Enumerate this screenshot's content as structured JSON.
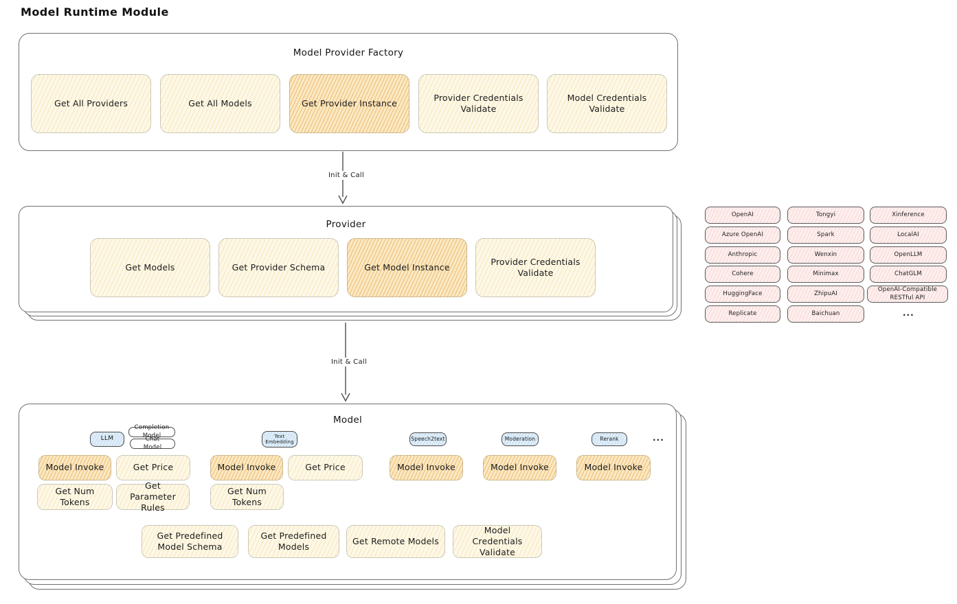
{
  "title": "Model Runtime Module",
  "factory": {
    "title": "Model Provider Factory",
    "items": [
      {
        "label": "Get All Providers",
        "variant": "cream"
      },
      {
        "label": "Get All Models",
        "variant": "cream"
      },
      {
        "label": "Get Provider Instance",
        "variant": "orange"
      },
      {
        "label": "Provider Credentials Validate",
        "variant": "cream"
      },
      {
        "label": "Model Credentials Validate",
        "variant": "cream"
      }
    ]
  },
  "arrow1": {
    "label": "Init & Call"
  },
  "arrow2": {
    "label": "Init & Call"
  },
  "provider": {
    "title": "Provider",
    "items": [
      {
        "label": "Get Models",
        "variant": "cream"
      },
      {
        "label": "Get Provider Schema",
        "variant": "cream"
      },
      {
        "label": "Get Model Instance",
        "variant": "orange"
      },
      {
        "label": "Provider Credentials Validate",
        "variant": "cream"
      }
    ]
  },
  "providers_list": {
    "col1": [
      "OpenAI",
      "Azure OpenAI",
      "Anthropic",
      "Cohere",
      "HuggingFace",
      "Replicate"
    ],
    "col2": [
      "Tongyi",
      "Spark",
      "Wenxin",
      "Minimax",
      "ZhipuAI",
      "Baichuan"
    ],
    "col3": [
      "Xinference",
      "LocalAI",
      "OpenLLM",
      "ChatGLM",
      "OpenAI-Compatible RESTful API"
    ],
    "more": "..."
  },
  "model": {
    "title": "Model",
    "tabs": {
      "llm": "LLM",
      "completion_model": "Completion Model",
      "chat_model": "Chat Model",
      "text_embedding": "Text Embedding",
      "speech2text": "Speech2text",
      "moderation": "Moderation",
      "rerank": "Rerank",
      "more": "..."
    },
    "llm_ops": {
      "invoke": "Model Invoke",
      "get_price": "Get Price",
      "get_num_tokens": "Get Num Tokens",
      "get_parameter_rules": "Get Parameter Rules"
    },
    "text_embedding_ops": {
      "invoke": "Model Invoke",
      "get_price": "Get Price",
      "get_num_tokens": "Get Num Tokens"
    },
    "speech2text_ops": {
      "invoke": "Model Invoke"
    },
    "moderation_ops": {
      "invoke": "Model Invoke"
    },
    "rerank_ops": {
      "invoke": "Model Invoke"
    },
    "bottom_ops": [
      "Get Predefined Model Schema",
      "Get Predefined Models",
      "Get Remote Models",
      "Model Credentials Validate"
    ]
  }
}
